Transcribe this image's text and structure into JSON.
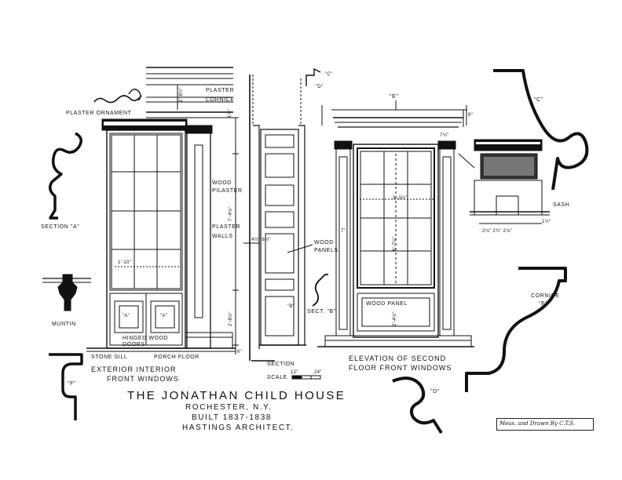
{
  "title": {
    "name": "THE JONATHAN CHILD HOUSE",
    "location": "ROCHESTER, N.Y.",
    "built": "BUILT 1837-1838",
    "architect": "HASTINGS ARCHITECT."
  },
  "signature": "Meas. and Drawn By C.T.S.",
  "left_drawing": {
    "plaster_ornament": "PLASTER ORNAMENT",
    "plaster_cornice_1": "PLASTER",
    "plaster_cornice_2": "CORNICE",
    "wood_pilaster_1": "WOOD",
    "wood_pilaster_2": "PILASTER",
    "plaster_walls_1": "PLASTER",
    "plaster_walls_2": "WALLS",
    "hinged_doors_1": "HINGED WOOD",
    "hinged_doors_2": "DOORS",
    "stone_sill": "STONE SILL",
    "porch_floor": "PORCH FLOOR",
    "panel_a_left": "\"A\"",
    "panel_a_right": "\"A\"",
    "caption_1": "EXTERIOR       INTERIOR",
    "caption_2": "FRONT WINDOWS",
    "dims": {
      "d1": "2'-8¼\"",
      "d2": "1'-10\"",
      "d3": "7'-4½\"",
      "d4": "2'-8½\"",
      "d5": "6\"",
      "d6": "1½\""
    }
  },
  "section": {
    "label": "SECTION",
    "c_tag": "\"C\"",
    "d_tag": "\"D\"",
    "b_tag": "\"B\"",
    "wood_panels_1": "WOOD",
    "wood_panels_2": "PANELS",
    "sect_b": "SECT. \"B\"",
    "scale_label": "SCALE",
    "scale_12": "12\"",
    "scale_24": "24\"",
    "dim": "4½\" 6½\""
  },
  "elevation": {
    "e_tag": "\"E\"",
    "wood_panel": "WOOD PANEL",
    "caption_1": "ELEVATION OF SECOND",
    "caption_2": "FLOOR FRONT WINDOWS",
    "dims": {
      "d1": "9\"",
      "d2": "7¾\"",
      "d3": "3'-3½\"",
      "d4": "6'-7¼\"",
      "d5": "7\"",
      "d6": "2'-4½\""
    }
  },
  "details": {
    "section_a": "SECTION \"A\"",
    "muntin": "MUNTIN",
    "f_tag": "\"F\"",
    "d_profile": "\"D\"",
    "c_profile": "\"C\"",
    "cornice_e_1": "CORNICE",
    "cornice_e_2": "\"E\"",
    "sash": "SASH",
    "detail_dims": "2⅛\"  2¾\"  2⅛\"",
    "detail_dim_side": "1½\""
  }
}
